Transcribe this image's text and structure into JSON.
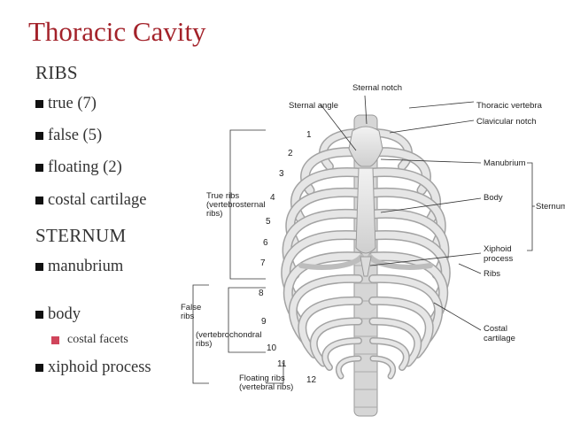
{
  "slide": {
    "title": "Thoracic Cavity",
    "ribs_heading": "RIBS",
    "rib_items": [
      "true (7)",
      "false (5)",
      "floating (2)",
      "costal cartilage"
    ],
    "sternum_heading": "STERNUM",
    "sternum_items": [
      "manubrium",
      "body",
      "xiphoid process"
    ],
    "body_subitem": "costal facets"
  },
  "diagram": {
    "labels": {
      "sternal_notch": "Sternal notch",
      "sternal_angle": "Sternal angle",
      "thoracic_vertebra": "Thoracic vertebra",
      "clavicular_notch": "Clavicular notch",
      "manubrium": "Manubrium",
      "body": "Body",
      "sternum": "Sternum",
      "xiphoid_1": "Xiphoid",
      "xiphoid_2": "process",
      "ribs": "Ribs",
      "costal_1": "Costal",
      "costal_2": "cartilage",
      "true_ribs_1": "True ribs",
      "true_ribs_2": "(vertebrosternal",
      "true_ribs_3": "ribs)",
      "false_ribs_1": "False",
      "false_ribs_2": "ribs",
      "vchondral_1": "(vertebrochondral",
      "vchondral_2": "ribs)",
      "floating_1": "Floating ribs",
      "floating_2": "(vertebral ribs)"
    },
    "rib_numbers": [
      "1",
      "2",
      "3",
      "4",
      "5",
      "6",
      "7",
      "8",
      "9",
      "10",
      "11",
      "12"
    ]
  },
  "colors": {
    "title": "#a3222a",
    "sub_bullet": "#d0455b",
    "bone_fill": "#e4e4e4",
    "bone_stroke": "#9a9a9a"
  }
}
